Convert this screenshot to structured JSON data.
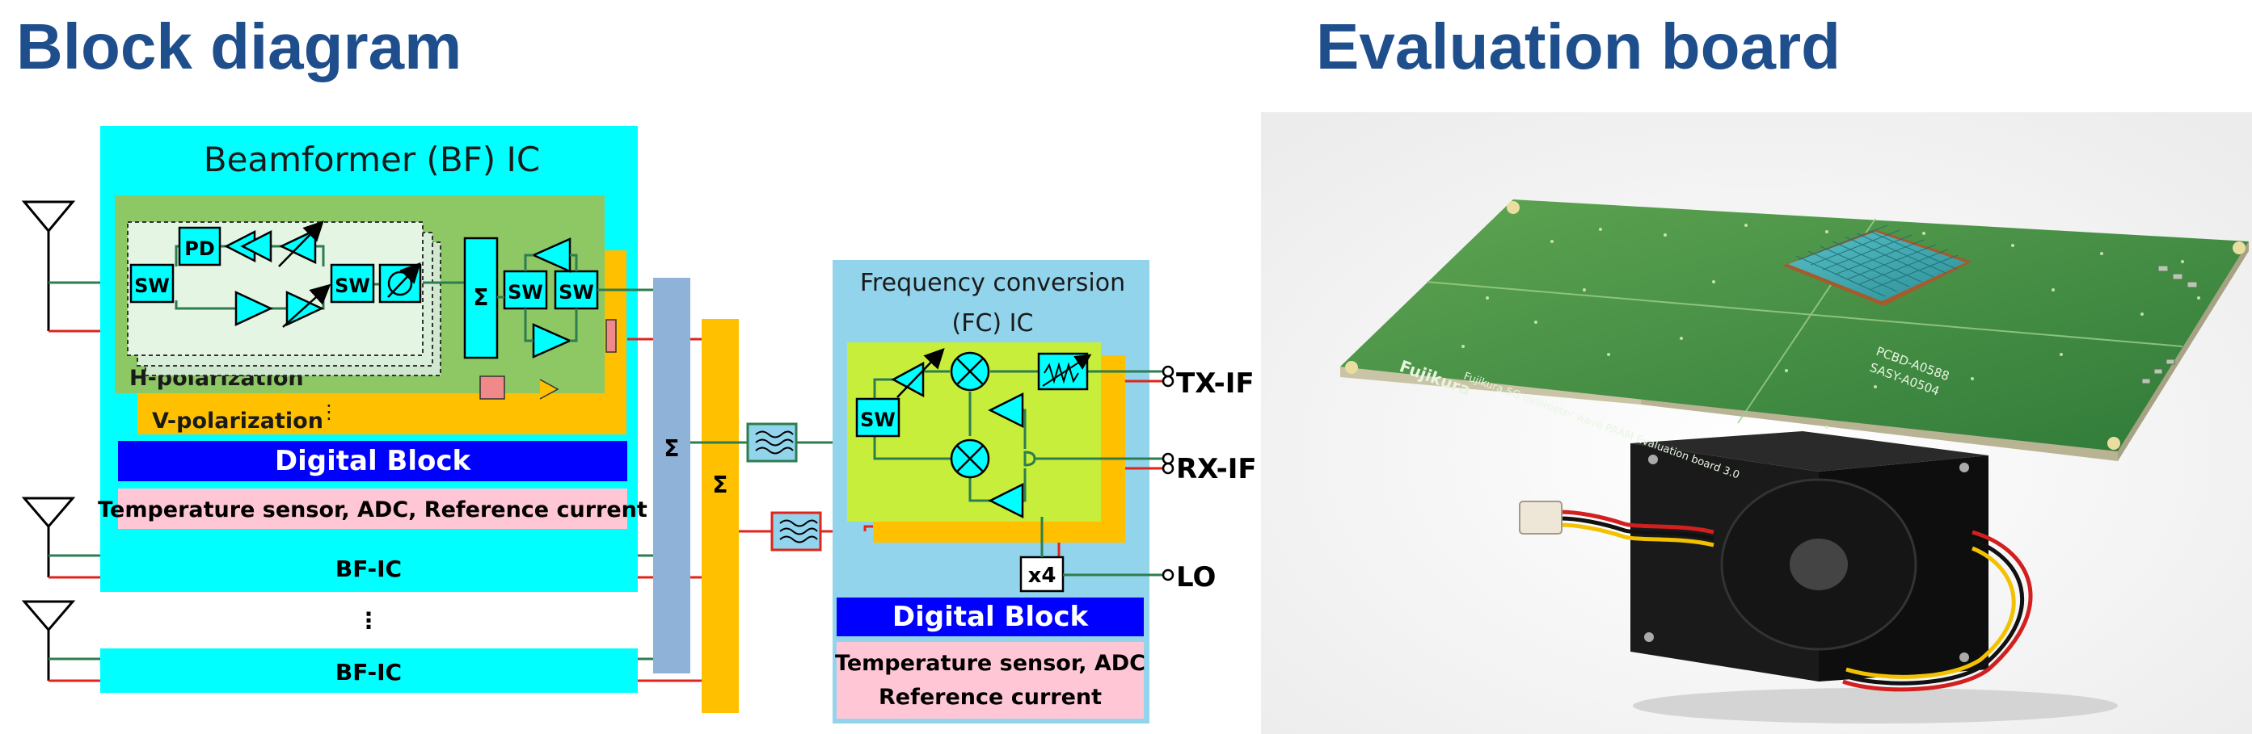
{
  "headings": {
    "left": "Block diagram",
    "right": "Evaluation board"
  },
  "bf_ic": {
    "title": "Beamformer (BF) IC",
    "h_polarization": "H-polarization",
    "v_polarization": "V-polarization",
    "digital_block": "Digital Block",
    "sensors": "Temperature sensor, ADC, Reference current",
    "sw": "SW",
    "pd": "PD",
    "sigma": "Σ",
    "ellipsis": "⋮"
  },
  "bf_ic_rows": [
    "BF-IC",
    "BF-IC"
  ],
  "combiners": {
    "blue_sigma": "Σ",
    "orange_sigma": "Σ",
    "ellipsis": "⋮"
  },
  "fc_ic": {
    "title_line1": "Frequency conversion",
    "title_line2": "(FC) IC",
    "sw": "SW",
    "multiplier": "x4",
    "digital_block": "Digital Block",
    "sensors_line1": "Temperature sensor, ADC",
    "sensors_line2": "Reference current"
  },
  "ports": {
    "tx_if": "TX-IF",
    "rx_if": "RX-IF",
    "lo": "LO"
  },
  "photo": {
    "board_print_1": "PCBD-A0588",
    "board_print_2": "SASY-A0504",
    "board_print_3": "Fujikura 5G millimeter wave PAAM Evaluation board 3.0",
    "brand": "Fujikura"
  },
  "colors": {
    "cyan": "#00ffff",
    "light_blue": "#92d4ec",
    "green": "#8dc865",
    "yellow_green": "#c8ee3c",
    "orange": "#ffc000",
    "steel_blue": "#8fb2d9",
    "digital_blue": "#0000ff",
    "pink": "#ffc7d6",
    "heading_blue": "#1f4e8c",
    "wire_green": "#2e7d4f",
    "wire_red": "#e0241b"
  }
}
